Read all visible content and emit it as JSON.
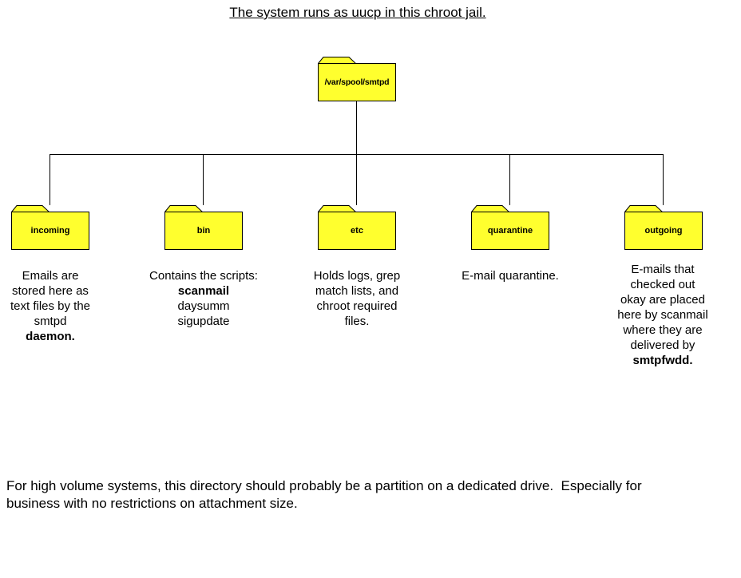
{
  "title": "The system runs as uucp in this chroot jail.",
  "colors": {
    "background": "#FFFFFF",
    "folder_fill": "#FFFF2E",
    "folder_border": "#000000",
    "connector_line": "#000000",
    "text": "#000000"
  },
  "root_folder": {
    "label": "/var/spool/smtpd"
  },
  "folders": [
    {
      "label": "incoming",
      "description": [
        {
          "text": "Emails are"
        },
        {
          "text": "stored here as"
        },
        {
          "text": "text files by the"
        },
        {
          "text": "smtpd"
        },
        {
          "text": "daemon.",
          "bold": true
        }
      ]
    },
    {
      "label": "bin",
      "description": [
        {
          "text": "Contains the scripts:"
        },
        {
          "text": "scanmail",
          "bold": true
        },
        {
          "text": "daysumm"
        },
        {
          "text": "sigupdate"
        }
      ]
    },
    {
      "label": "etc",
      "description": [
        {
          "text": "Holds logs, grep"
        },
        {
          "text": "match lists, and"
        },
        {
          "text": "chroot required"
        },
        {
          "text": "files."
        }
      ]
    },
    {
      "label": "quarantine",
      "description": [
        {
          "text": "E-mail quarantine."
        }
      ]
    },
    {
      "label": "outgoing",
      "description": [
        {
          "text": "E-mails that"
        },
        {
          "text": "checked out"
        },
        {
          "text": "okay are placed"
        },
        {
          "text": "here by scanmail"
        },
        {
          "text": "where they are"
        },
        {
          "text": "delivered by"
        },
        {
          "text": "smtpfwdd.",
          "bold": true
        }
      ]
    }
  ],
  "footer": {
    "lines": [
      {
        "text": "For high volume systems, this directory should probably be a partition on a dedicated drive.  Especially for"
      },
      {
        "text": "business with no restrictions on attachment size."
      }
    ]
  }
}
